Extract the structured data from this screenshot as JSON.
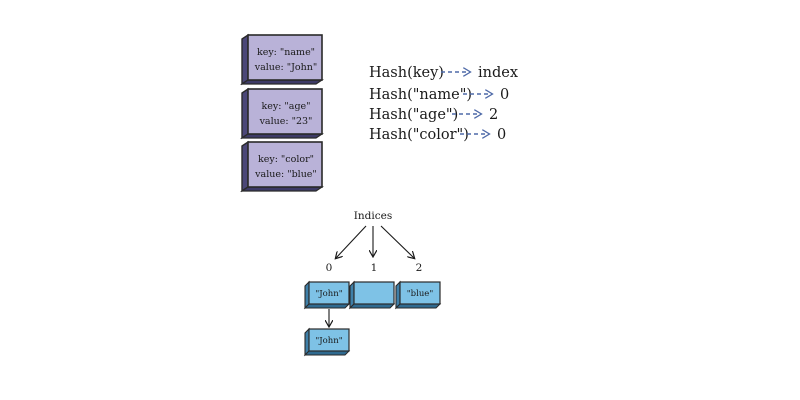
{
  "colors": {
    "purple_face": "#b9b2d8",
    "purple_side": "#4b4778",
    "purple_top": "#8a83b8",
    "blue_face": "#7ec2e6",
    "blue_side": "#3e7fa8",
    "blue_top": "#5aa5d0",
    "outline": "#2a2a2a",
    "dashed_arrow": "#4f6aa8"
  },
  "entries": [
    {
      "key_label": "key: \"name\"",
      "value_label": "value: \"John\""
    },
    {
      "key_label": "key: \"age\"",
      "value_label": "value: \"23\""
    },
    {
      "key_label": "key: \"color\"",
      "value_label": "value: \"blue\""
    }
  ],
  "hashes": [
    {
      "input": "Hash(key)",
      "output": "index"
    },
    {
      "input": "Hash(\"name\")",
      "output": "0"
    },
    {
      "input": "Hash(\"age\")",
      "output": "2"
    },
    {
      "input": "Hash(\"color\")",
      "output": "0"
    }
  ],
  "indices": {
    "title": "Indices",
    "labels": [
      "0",
      "1",
      "2"
    ]
  },
  "buckets": {
    "slot0": "\"John\"",
    "slot1": "",
    "slot2": "\"blue\"",
    "chained": "\"John\""
  }
}
